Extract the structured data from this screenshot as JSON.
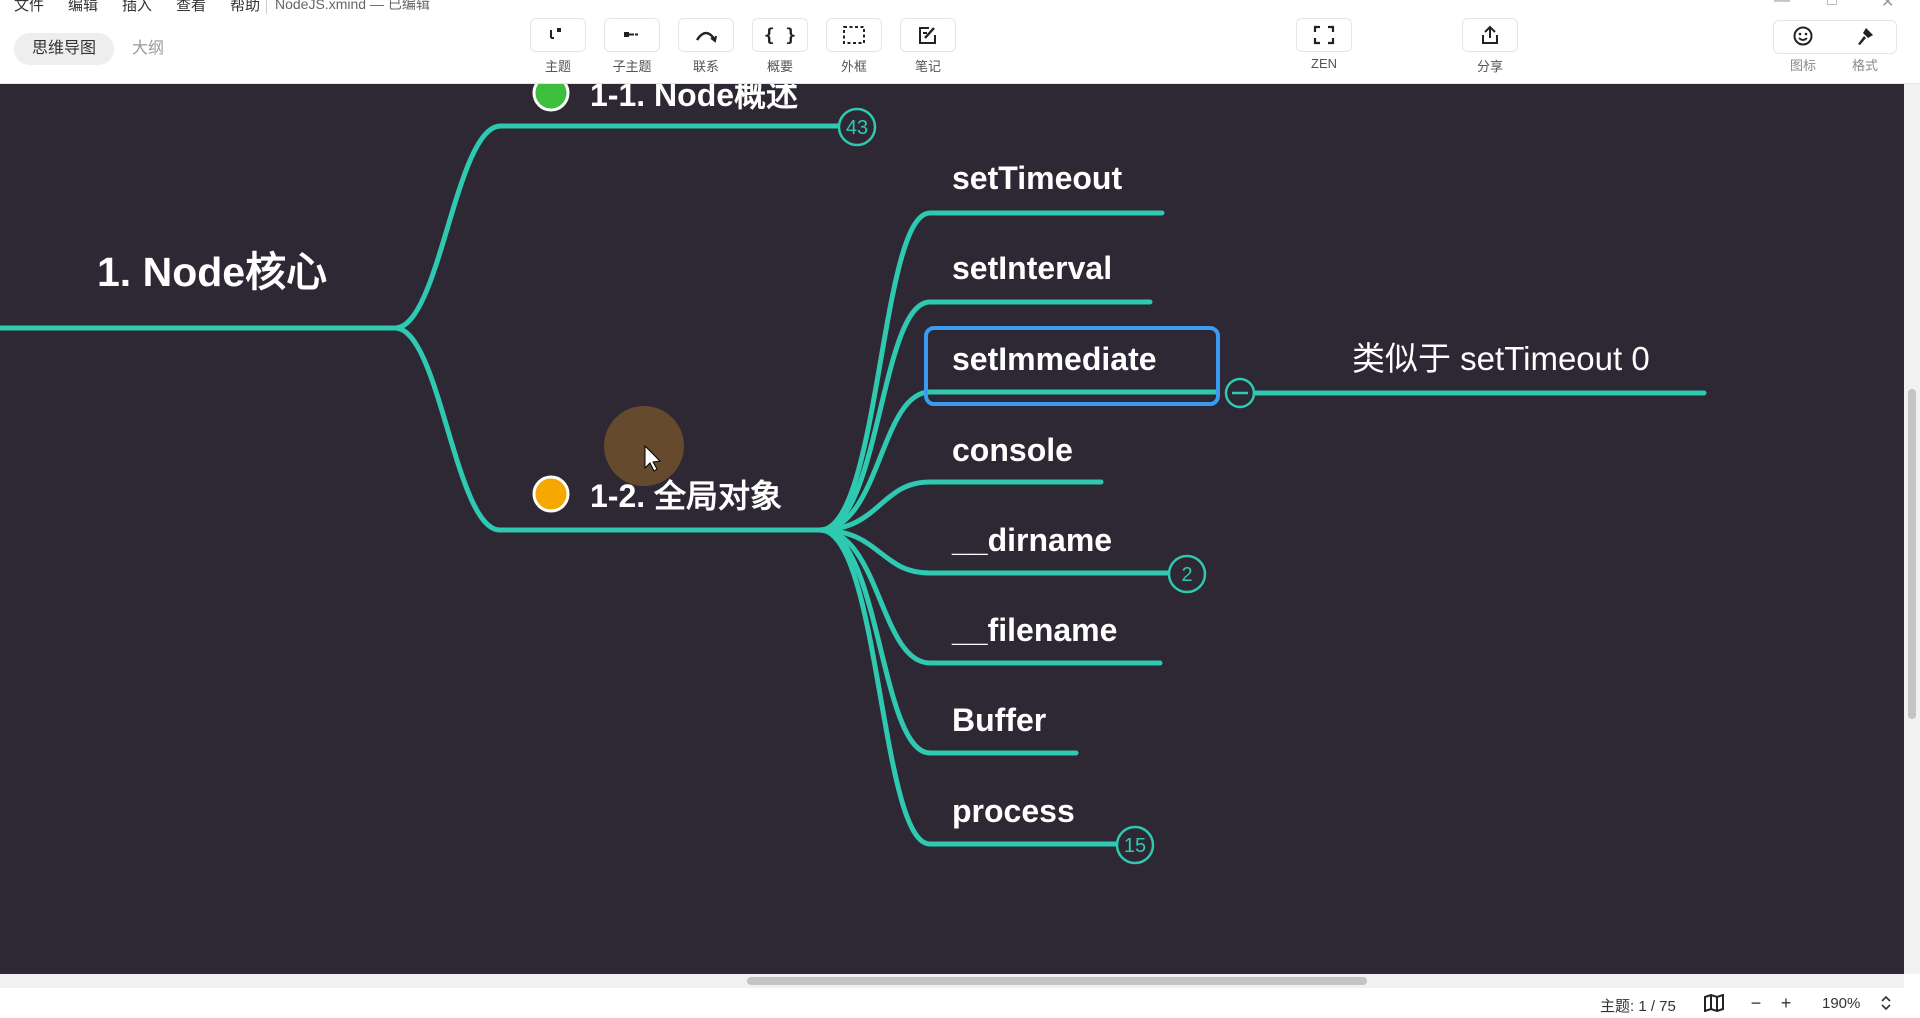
{
  "app": {
    "menu": [
      "文件",
      "编辑",
      "插入",
      "查看",
      "帮助"
    ],
    "file_title": "NodeJS.xmind — 已编辑"
  },
  "view_tabs": [
    {
      "label": "思维导图",
      "active": true
    },
    {
      "label": "大纲",
      "active": false
    }
  ],
  "toolbar": {
    "topic": "主题",
    "subtopic": "子主题",
    "relationship": "联系",
    "summary": "概要",
    "boundary": "外框",
    "note": "笔记",
    "zen": "ZEN",
    "share": "分享",
    "icons": "图标",
    "format": "格式"
  },
  "mindmap": {
    "main_topic": "1. Node核心",
    "branches": [
      {
        "label": "1-1. Node概述",
        "marker_color": "#3dbf3d",
        "collapsed_count": "43"
      },
      {
        "label": "1-2. 全局对象",
        "marker_color": "#f5a800"
      }
    ],
    "children": [
      {
        "label": "setTimeout"
      },
      {
        "label": "setInterval"
      },
      {
        "label": "setImmediate",
        "selected": true
      },
      {
        "label": "console"
      },
      {
        "label": "__dirname",
        "collapsed_count": "2"
      },
      {
        "label": "__filename"
      },
      {
        "label": "Buffer"
      },
      {
        "label": "process",
        "collapsed_count": "15"
      }
    ],
    "setImmediate_child": "类似于 setTimeout 0",
    "colors": {
      "background": "#2d2833",
      "branch_line": "#2ec9b0",
      "selection": "#3a9bf0"
    }
  },
  "status": {
    "topic_count": "主题: 1 / 75",
    "zoom": "190%"
  }
}
